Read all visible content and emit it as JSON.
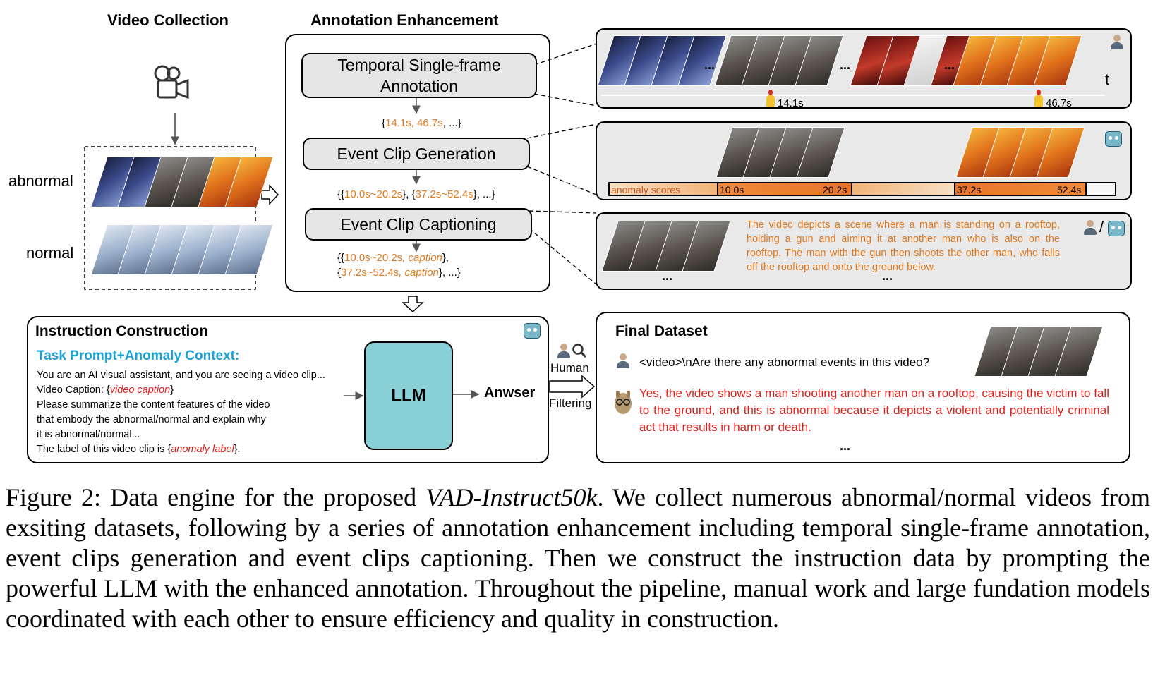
{
  "video_collection": {
    "title": "Video Collection",
    "abnormal_label": "abnormal",
    "normal_label": "normal"
  },
  "annotation_enhancement": {
    "title": "Annotation Enhancement",
    "step1": {
      "label": "Temporal Single-frame Annotation",
      "output_open": "{",
      "output_times": "14.1s, 46.7s",
      "output_close": ", ...}"
    },
    "step2": {
      "label": "Event Clip Generation",
      "output_open": "{{",
      "clip1": "10.0s~20.2s",
      "mid": "}, {",
      "clip2": "37.2s~52.4s",
      "output_close": "}, ...}"
    },
    "step3": {
      "label": "Event Clip Captioning",
      "line1_open": "{{",
      "line1_clip": "10.0s~20.2s",
      "line1_caption": ", caption",
      "line1_close": "},",
      "line2_open": "{",
      "line2_clip": "37.2s~52.4s",
      "line2_caption": ", caption",
      "line2_close": "}, ...}"
    }
  },
  "panel_timeline": {
    "t_label": "t",
    "marker1": "14.1s",
    "marker2": "46.7s",
    "ellipsis": "..."
  },
  "panel_scores": {
    "bar_label": "anomaly scores",
    "seg1_start": "10.0s",
    "seg1_end": "20.2s",
    "seg2_start": "37.2s",
    "seg2_end": "52.4s"
  },
  "panel_caption": {
    "text": "The video depicts a scene where a man is standing on a rooftop, holding a gun and aiming it at another man who is also on the rooftop. The man with the gun then shoots the other man, who falls off the rooftop and onto the ground below.",
    "slash": "/",
    "ellipsis": "..."
  },
  "instruction_construction": {
    "title": "Instruction Construction",
    "subtitle": "Task Prompt+Anomaly Context:",
    "line1": "You are an AI visual assistant, and you are seeing a video clip...",
    "line2_prefix": "Video Caption: {",
    "line2_var": "video caption",
    "line2_suffix": "}",
    "line3": "Please summarize the content features of the video",
    "line4": "that embody the abnormal/normal and explain why",
    "line5": "it is abnormal/normal...",
    "line6_prefix": "The label of this video clip is {",
    "line6_var": "anomaly label",
    "line6_suffix": "}.",
    "llm_label": "LLM",
    "answer_label": "Anwser"
  },
  "filtering": {
    "line1": "Human",
    "line2": "Filtering"
  },
  "final_dataset": {
    "title": "Final Dataset",
    "question": "<video>\\nAre there any abnormal events in this video?",
    "answer": "Yes, the video shows a man shooting another man on a rooftop, causing the victim to fall to the ground, and this is abnormal because it depicts a violent and potentially criminal act that results in harm or death.",
    "ellipsis": "..."
  },
  "caption": {
    "label": "Figure 2: Data engine for the proposed ",
    "dataset_name": "VAD-Instruct50k",
    "body": ". We collect numerous abnormal/normal videos from exsiting datasets, following by a series of annotation enhancement including temporal single-frame annotation, event clips generation and event clips captioning. Then we construct the instruction data by prompting the powerful LLM with the enhanced annotation. Throughout the pipeline, manual work and large fundation models coordinated with each other to ensure efficiency and quality in construction."
  },
  "colors": {
    "accent_orange": "#e07a1f",
    "accent_red": "#e0201c",
    "accent_blue": "#1aa3d9",
    "llm_fill": "#88cfd6"
  },
  "icons": [
    "camera-icon",
    "human-annotator-icon",
    "robot-icon",
    "magnifier-icon",
    "user-icon",
    "llama-icon"
  ]
}
